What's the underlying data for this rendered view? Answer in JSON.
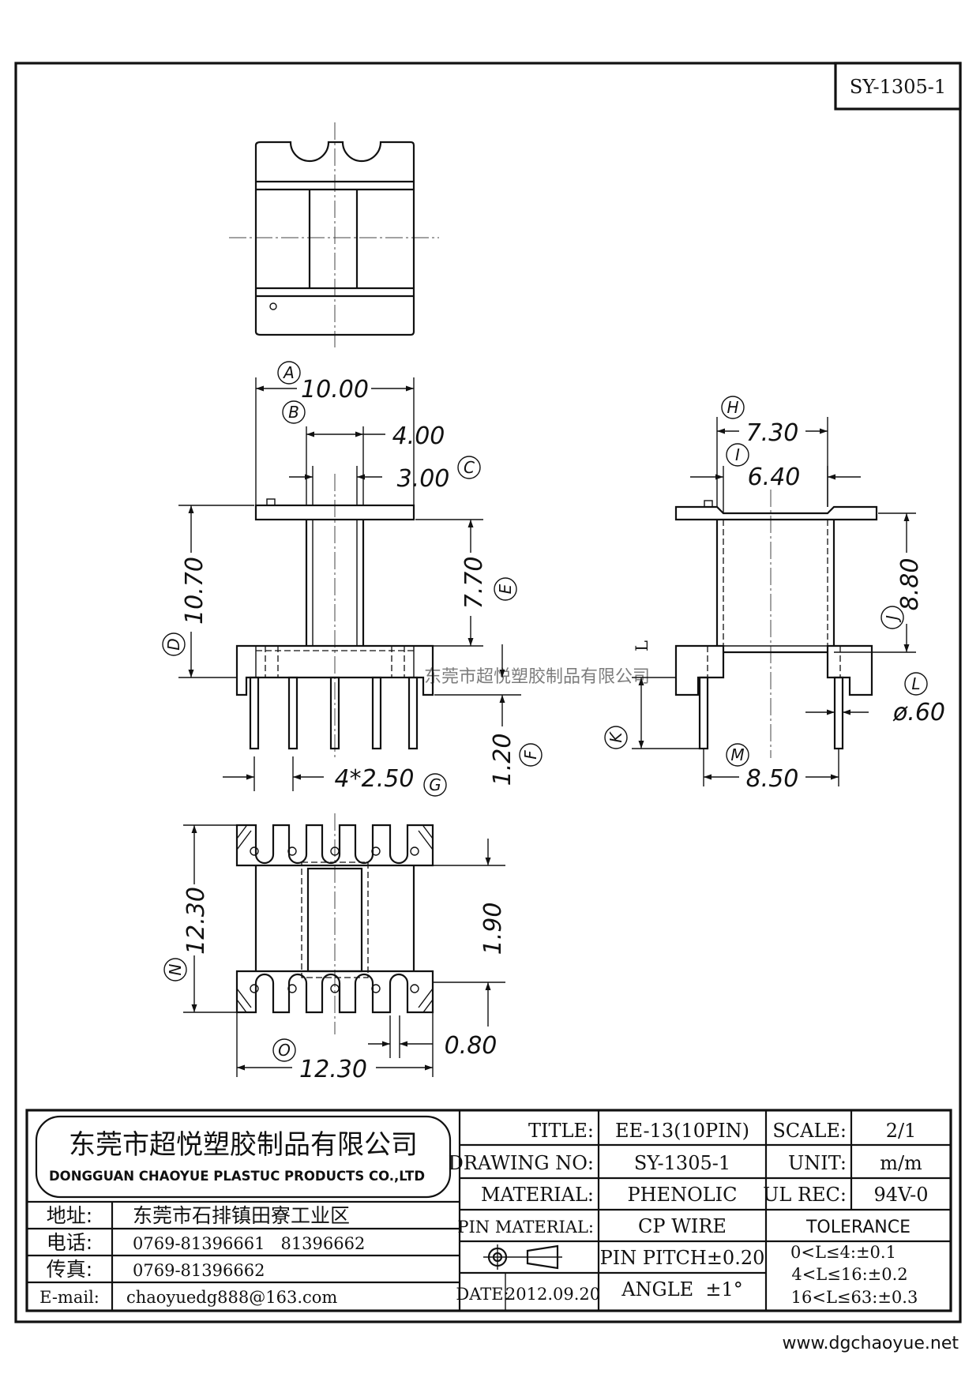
{
  "drawing_id": "SY-1305-1",
  "dimensions": {
    "A": {
      "label": "A",
      "value": "10.00"
    },
    "B": {
      "label": "B",
      "value": "4.00"
    },
    "C": {
      "label": "C",
      "value": "3.00"
    },
    "D": {
      "label": "D",
      "value": "10.70"
    },
    "E": {
      "label": "E",
      "value": "7.70"
    },
    "F": {
      "label": "F",
      "value": "1.20"
    },
    "G": {
      "label": "G",
      "value": "4*2.50"
    },
    "H": {
      "label": "H",
      "value": "7.30"
    },
    "I": {
      "label": "I",
      "value": "6.40"
    },
    "J": {
      "label": "J",
      "value": "8.80"
    },
    "K": {
      "label": "K",
      "value": ""
    },
    "L": {
      "label": "L",
      "value": "ø.60"
    },
    "L_side": "L",
    "M": {
      "label": "M",
      "value": "8.50"
    },
    "N": {
      "label": "N",
      "value": "12.30"
    },
    "O": {
      "label": "O",
      "value": "12.30"
    },
    "P": {
      "label": "",
      "value": "1.90"
    },
    "Q": {
      "label": "",
      "value": "0.80"
    }
  },
  "watermark": "东莞市超悦塑胶制品有限公司",
  "company": {
    "name_cn": "东莞市超悦塑胶制品有限公司",
    "name_en": "DONGGUAN CHAOYUE PLASTUC PRODUCTS CO.,LTD",
    "address_label": "地址:",
    "address": "东莞市石排镇田寮工业区",
    "phone_label": "电话:",
    "phone": "0769-81396661   81396662",
    "fax_label": "传真:",
    "fax": "0769-81396662",
    "email_label": "E-mail:",
    "email": "chaoyuedg888@163.com"
  },
  "title_block": {
    "title_label": "TITLE:",
    "title": "EE-13(10PIN)",
    "drawing_no_label": "DRAWING NO:",
    "drawing_no": "SY-1305-1",
    "material_label": "MATERIAL:",
    "material": "PHENOLIC",
    "pin_material_label": "PIN MATERIAL:",
    "pin_material": "CP WIRE",
    "pin_pitch": "PIN PITCH±0.20",
    "date_label": "DATE:",
    "date": "2012.09.20",
    "angle": "ANGLE  ±1°",
    "scale_label": "SCALE:",
    "scale": "2/1",
    "unit_label": "UNIT:",
    "unit": "m/m",
    "ul_label": "UL REC:",
    "ul": "94V-0",
    "tolerance_label": "TOLERANCE",
    "tolerances": [
      "0<L≤4:±0.1",
      "4<L≤16:±0.2",
      "16<L≤63:±0.3"
    ]
  },
  "website": "www.dgchaoyue.net"
}
